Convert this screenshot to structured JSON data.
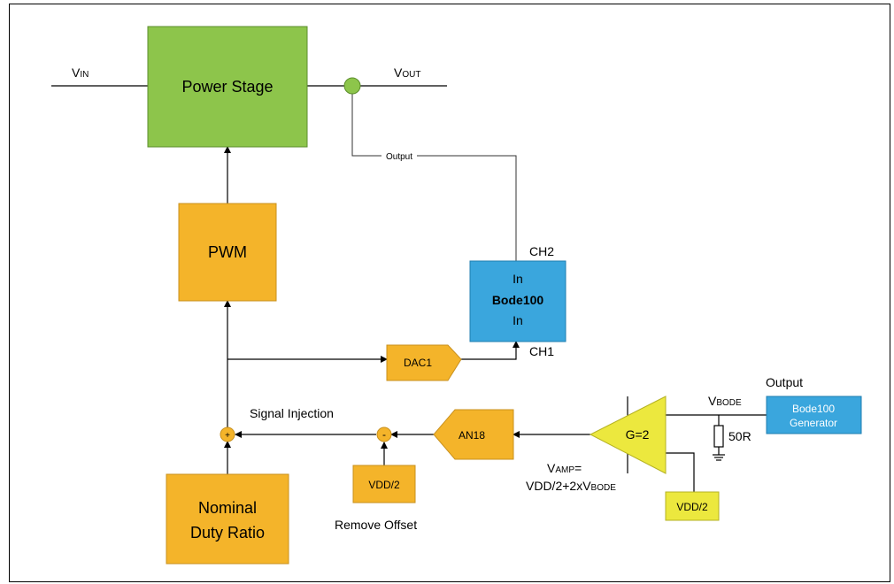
{
  "power_stage": {
    "label": "Power Stage"
  },
  "pwm": {
    "label": "PWM"
  },
  "nominal": {
    "line1": "Nominal",
    "line2": "Duty Ratio"
  },
  "vin": {
    "main": "V",
    "sub": "IN"
  },
  "vout": {
    "main": "V",
    "sub": "OUT"
  },
  "output_tap": {
    "label": "Output"
  },
  "bode100": {
    "ch2": "CH2",
    "ch1": "CH1",
    "in_top": "In",
    "name": "Bode100",
    "in_bottom": "In"
  },
  "dac1": {
    "label": "DAC1"
  },
  "an18": {
    "label": "AN18"
  },
  "signal_injection": {
    "label": "Signal Injection"
  },
  "summer_plus": {
    "sign": "+"
  },
  "summer_minus": {
    "sign": "-"
  },
  "vdd_half_offset": {
    "label": "VDD/2"
  },
  "remove_offset": {
    "label": "Remove Offset"
  },
  "amp": {
    "label": "G=2"
  },
  "vdd_half_amp": {
    "label": "VDD/2"
  },
  "vamp": {
    "line1_main": "V",
    "line1_sub": "AMP",
    "line1_eq": "=",
    "line2_a": "VDD/2+2xV",
    "line2_sub": "BODE"
  },
  "vbode": {
    "main": "V",
    "sub": "BODE"
  },
  "resistor": {
    "label": "50R"
  },
  "generator": {
    "title": "Output",
    "line1": "Bode100",
    "line2": "Generator"
  },
  "colors": {
    "green": "#8DC54B",
    "orange": "#F4B42A",
    "blue": "#3AA6DD",
    "yellow": "#ECE83E"
  }
}
